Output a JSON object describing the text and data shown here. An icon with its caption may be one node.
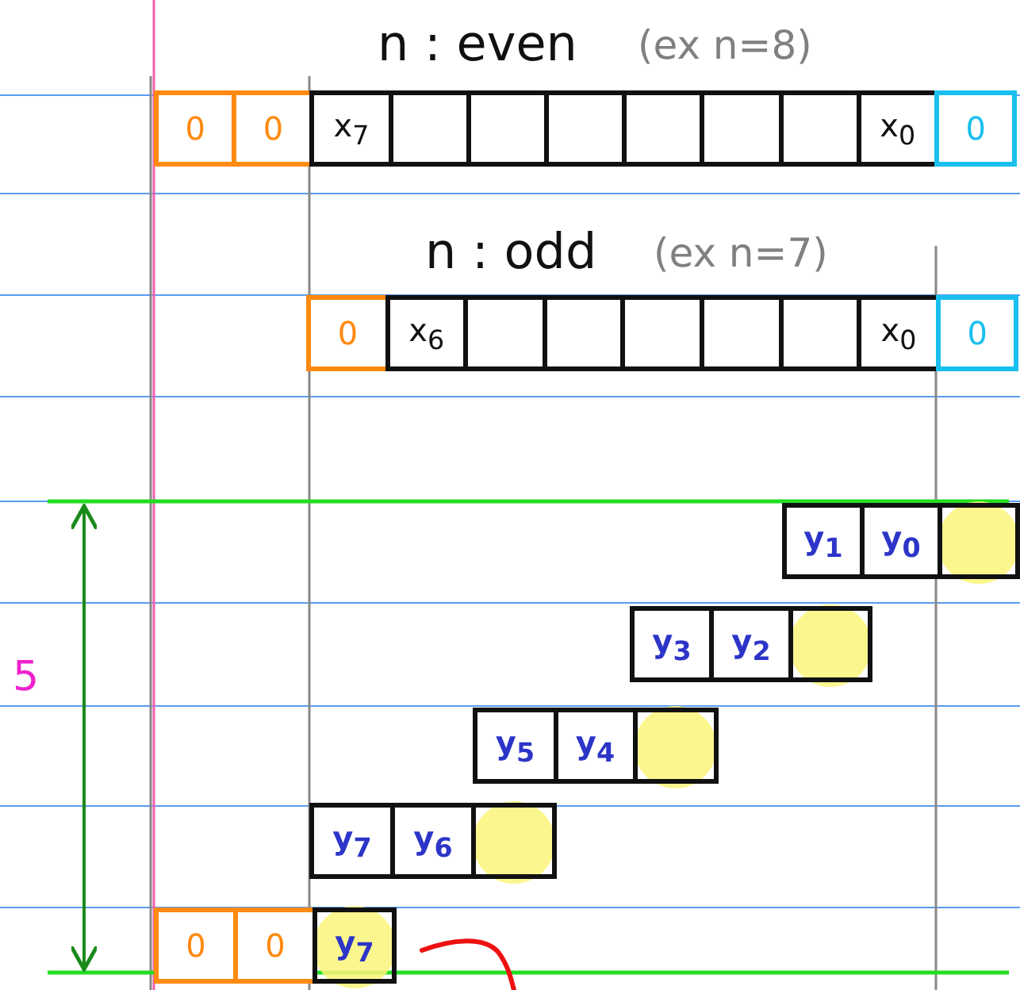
{
  "diagram": {
    "nodes": [
      {
        "text": [
          "0"
        ]
      },
      {
        "text": [
          "0"
        ]
      },
      {
        "text": [
          "x$_{7}$"
        ]
      },
      {
        "text": [],
        "shape": "box"
      },
      {
        "text": [],
        "shape": "box"
      },
      {
        "text": [],
        "shape": "box"
      },
      {
        "text": [],
        "shape": "box"
      },
      {
        "text": [],
        "shape": "box"
      },
      {
        "text": [],
        "shape": "box"
      },
      {
        "text": [
          "x$_{0}$"
        ]
      },
      {
        "text": [
          "0"
        ]
      },
      {
        "text": [
          "0"
        ]
      },
      {
        "text": [
          "x$_{6}$"
        ]
      },
      {
        "text": [],
        "shape": "box"
      },
      {
        "text": [],
        "shape": "box"
      },
      {
        "text": [],
        "shape": "box"
      },
      {
        "text": [],
        "shape": "box"
      },
      {
        "text": [],
        "shape": "box"
      },
      {
        "text": [
          "x$_{0}$"
        ]
      },
      {
        "text": [
          "0"
        ]
      },
      {
        "text": [
          "y$_{1}$"
        ]
      },
      {
        "text": [
          "y$_{0}$"
        ]
      },
      {
        "text": [],
        "shape": "box"
      },
      {
        "text": [
          "y$_{3}$"
        ]
      },
      {
        "text": [
          "y$_{2}$"
        ]
      },
      {
        "text": [],
        "shape": "box"
      },
      {
        "text": [
          "y$_{5}$"
        ]
      },
      {
        "text": [
          "y$_{4}$"
        ]
      },
      {
        "text": [],
        "shape": "box"
      },
      {
        "text": [
          "y$_{7}$"
        ]
      },
      {
        "text": [
          "y$_{6}$"
        ]
      },
      {
        "text": [],
        "shape": "box"
      },
      {
        "text": [
          "0"
        ]
      },
      {
        "text": [
          "0"
        ]
      },
      {
        "text": [
          "y$_{7}$"
        ]
      }
    ],
    "labels": [
      "n : even",
      "(ex n=8)",
      "n : odd",
      "(ex n=7)",
      "5"
    ]
  }
}
